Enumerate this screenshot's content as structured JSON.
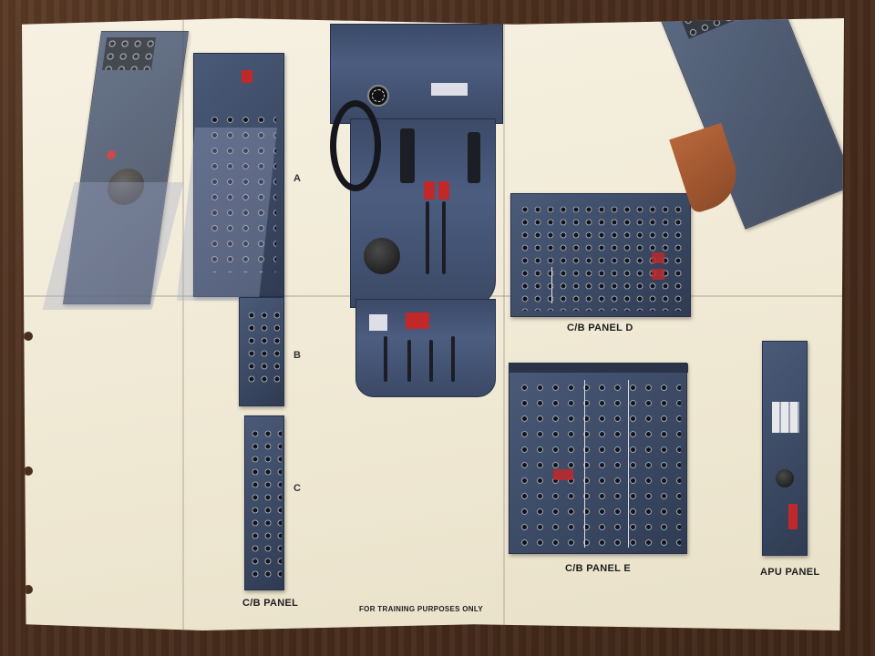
{
  "poster": {
    "section_letters": [
      "A",
      "B",
      "C"
    ],
    "captions": {
      "cb_panel": "C/B PANEL",
      "cb_panel_d": "C/B PANEL D",
      "cb_panel_e": "C/B PANEL E",
      "apu_panel": "APU PANEL"
    },
    "footer_note": "FOR TRAINING PURPOSES ONLY"
  },
  "colors": {
    "panel_blue": "#3a4862",
    "breaker_red": "#c0282a",
    "paper": "#f2ecda",
    "wood": "#4a2e1e"
  }
}
